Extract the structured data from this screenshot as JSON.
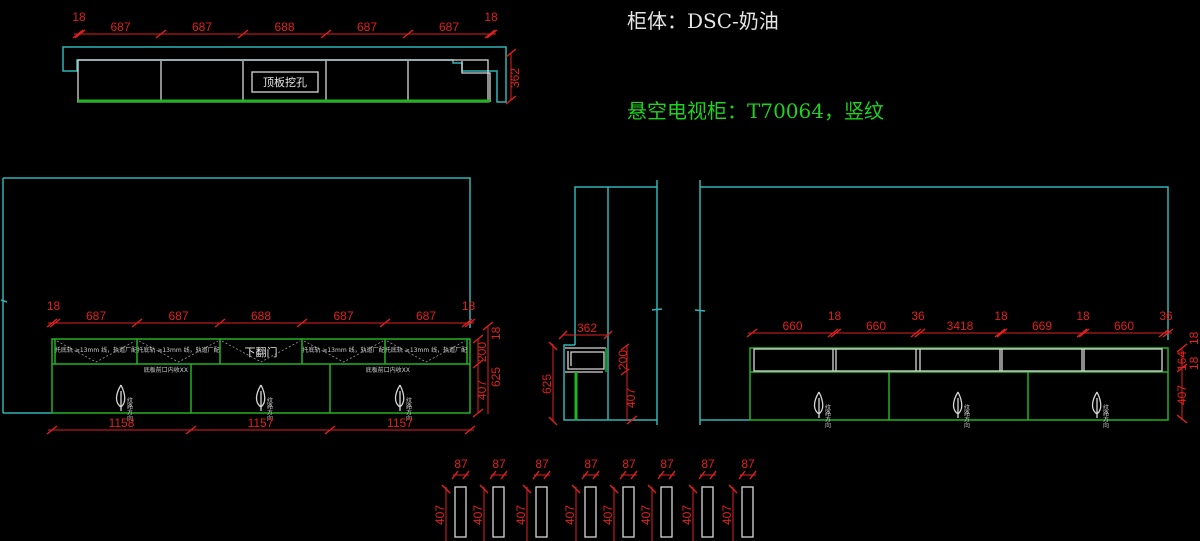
{
  "titles": {
    "cabinet_body": "柜体：DSC-奶油",
    "floating_tv_cabinet": "悬空电视柜：T70064，竖纹"
  },
  "colors": {
    "background": "#000000",
    "wall_outline": "#2fb4b4",
    "cabinet_outline": "#22b322",
    "board_outline": "#d8d8d8",
    "dimension": "#e02020",
    "title_white": "#e6e6e6",
    "title_green": "#1ed21e"
  },
  "top_view": {
    "widths": [
      "18",
      "687",
      "687",
      "688",
      "687",
      "687",
      "18"
    ],
    "depth": "362",
    "hole_label": "顶板挖孔"
  },
  "front_view": {
    "top_widths": [
      "18",
      "687",
      "687",
      "688",
      "687",
      "687",
      "18"
    ],
    "bottom_widths": [
      "1158",
      "1157",
      "1157"
    ],
    "right_dims": [
      "18",
      "200",
      "407",
      "625"
    ],
    "drawer_notes": [
      "托底轨 ≥13mm 线，轨道厂配",
      "托底轨 ≥13mm 线，轨道厂配",
      "下翻门",
      "托底轨 ≥13mm 线，轨道厂配",
      "托底轨 ≥13mm 线，轨道厂配"
    ],
    "door_note": "底板前口内收XX",
    "door_grain_note": "纹路方向"
  },
  "side_view": {
    "depth": "362",
    "height_total": "625",
    "dims": [
      "200",
      "407"
    ]
  },
  "right_front_view": {
    "top_widths": [
      "660",
      "18",
      "660",
      "36",
      "3418",
      "18",
      "669",
      "18",
      "660",
      "36"
    ],
    "right_dims": [
      "18",
      "164",
      "18",
      "407"
    ],
    "door_grain_note": "纹路方向"
  },
  "door_strips": {
    "items": [
      {
        "width": "87",
        "height": "407"
      },
      {
        "width": "87",
        "height": "407"
      },
      {
        "width": "87",
        "height": "407"
      },
      {
        "width": "87",
        "height": "407"
      },
      {
        "width": "87",
        "height": "407"
      },
      {
        "width": "87",
        "height": "407"
      },
      {
        "width": "87",
        "height": "407"
      },
      {
        "width": "87",
        "height": "407"
      }
    ]
  }
}
